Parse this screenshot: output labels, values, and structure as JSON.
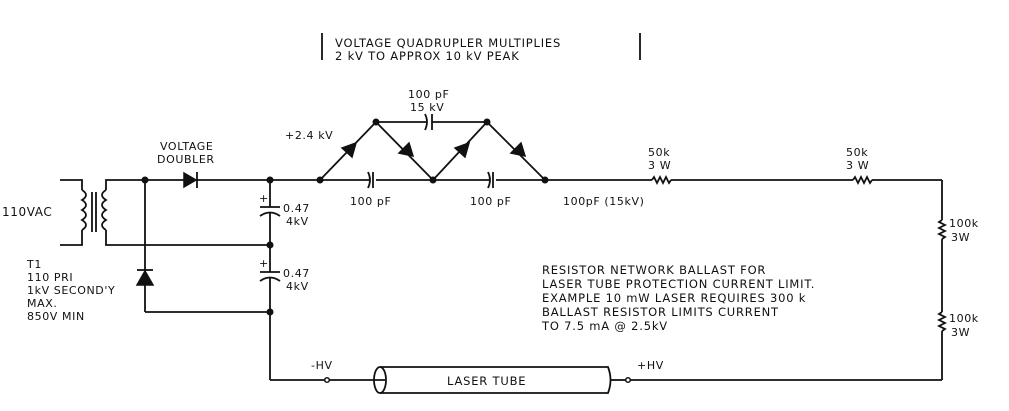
{
  "title_note": {
    "line1": "VOLTAGE  QUADRUPLER  MULTIPLIES",
    "line2": "2 kV  TO APPROX  10 kV  PEAK"
  },
  "input": {
    "label": "110VAC"
  },
  "transformer": {
    "ref": "T1",
    "line1": "110 PRI",
    "line2": "1kV SECOND'Y",
    "line3": "MAX.",
    "line4": "850V MIN"
  },
  "doubler": {
    "line1": "VOLTAGE",
    "line2": "DOUBLER"
  },
  "doubler_caps": [
    {
      "polarity": "+",
      "value": "0.47",
      "rating": "4kV"
    },
    {
      "polarity": "+",
      "value": "0.47",
      "rating": "4kV"
    }
  ],
  "quadrupler": {
    "node_voltage": "+2.4 kV",
    "top_cap": {
      "value": "100 pF",
      "rating": "15 kV"
    },
    "bottom_caps": [
      "100 pF",
      "100 pF"
    ],
    "output_cap": "100pF (15kV)"
  },
  "resistors": [
    {
      "value": "50k",
      "power": "3 W"
    },
    {
      "value": "50k",
      "power": "3 W"
    },
    {
      "value": "100k",
      "power": "3W"
    },
    {
      "value": "100k",
      "power": "3W"
    }
  ],
  "ballast_note": [
    "RESISTOR NETWORK BALLAST FOR",
    "LASER TUBE PROTECTION CURRENT LIMIT.",
    "EXAMPLE 10 mW  LASER REQUIRES 300 k",
    "BALLAST RESISTOR LIMITS CURRENT",
    "TO  7.5 mA  @  2.5kV"
  ],
  "laser": {
    "label": "LASER  TUBE",
    "neg_terminal": "-HV",
    "pos_terminal": "+HV"
  }
}
